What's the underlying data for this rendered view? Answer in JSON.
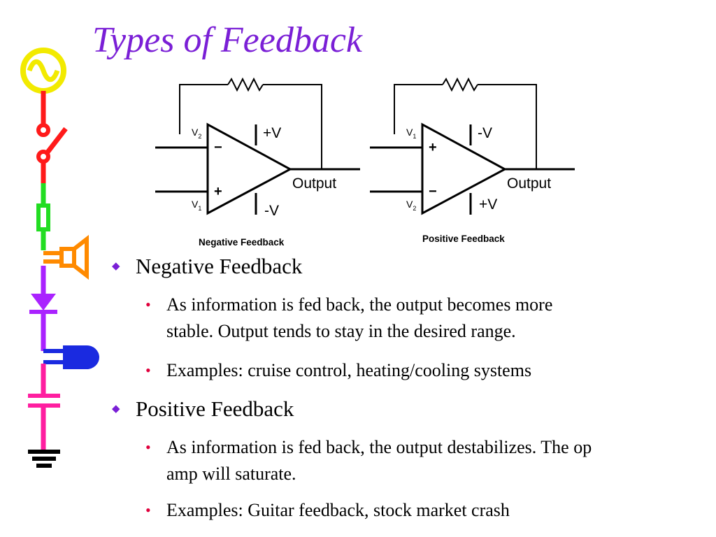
{
  "title": "Types of Feedback",
  "diagrams": {
    "negative": {
      "caption": "Negative Feedback",
      "top_input": "V",
      "top_input_sub": "2",
      "top_sign": "−",
      "bottom_input": "V",
      "bottom_input_sub": "1",
      "bottom_sign": "+",
      "top_supply": "+V",
      "bottom_supply": "-V",
      "output": "Output"
    },
    "positive": {
      "caption": "Positive Feedback",
      "top_input": "V",
      "top_input_sub": "1",
      "top_sign": "+",
      "bottom_input": "V",
      "bottom_input_sub": "2",
      "bottom_sign": "−",
      "top_supply": "-V",
      "bottom_supply": "+V",
      "output": "Output"
    }
  },
  "bullets": {
    "negative": {
      "heading": "Negative Feedback",
      "sub1_line1": "As information is fed back, the output becomes more",
      "sub1_line2": "stable.  Output tends to stay in the desired range.",
      "sub2": "Examples: cruise control, heating/cooling systems"
    },
    "positive": {
      "heading": "Positive Feedback",
      "sub1_line1": "As information is fed back, the output destabilizes. The op",
      "sub1_line2": "amp will saturate.",
      "sub2": "Examples: Guitar feedback, stock market crash"
    }
  },
  "colors": {
    "title": "#7a1fd6",
    "level1_bullet": "#7a1fd6",
    "level2_bullet": "#e0003c"
  }
}
